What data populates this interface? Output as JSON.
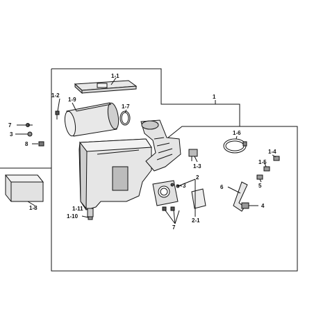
{
  "diagram": {
    "colors": {
      "line": "#111111",
      "part_fill": "#e8e8e8",
      "part_dark": "#8a8a8a",
      "background": "#ffffff"
    },
    "callouts": {
      "c_1": "1",
      "c_1_1": "1-1",
      "c_1_2": "1-2",
      "c_1_3": "1-3",
      "c_1_4": "1-4",
      "c_1_5": "1-5",
      "c_1_6": "1-6",
      "c_1_7": "1-7",
      "c_1_8": "1-8",
      "c_1_9": "1-9",
      "c_1_10": "1-10",
      "c_1_11": "1-11",
      "c_2": "2",
      "c_2_1": "2-1",
      "c_3a": "3",
      "c_3b": "3",
      "c_4": "4",
      "c_5": "5",
      "c_6": "6",
      "c_7a": "7",
      "c_7b": "7",
      "c_8": "8"
    }
  }
}
